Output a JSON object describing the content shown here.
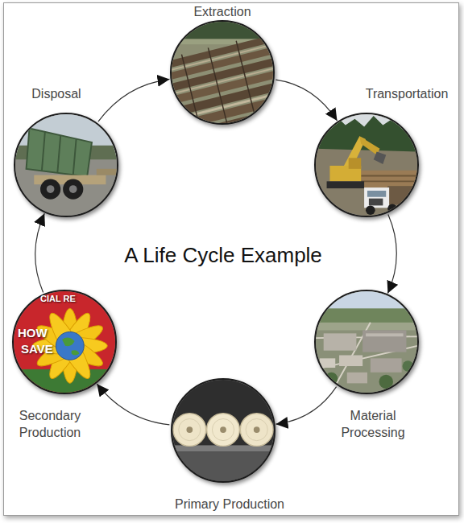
{
  "diagram": {
    "title": "A Life Cycle Example",
    "nodes": [
      {
        "text": [
          "Extraction"
        ]
      },
      {
        "text": [
          "Transportation"
        ]
      },
      {
        "text": [
          "Material Processing"
        ]
      },
      {
        "text": [
          "Primary Production"
        ]
      },
      {
        "text": [
          "Secondary Production"
        ]
      },
      {
        "text": [
          "Disposal"
        ]
      }
    ],
    "edges": [
      {
        "from": 0,
        "to": 1,
        "arrow": "to"
      },
      {
        "from": 1,
        "to": 2,
        "arrow": "to"
      },
      {
        "from": 2,
        "to": 3,
        "arrow": "to"
      },
      {
        "from": 3,
        "to": 4,
        "arrow": "to"
      },
      {
        "from": 4,
        "to": 5,
        "arrow": "to"
      },
      {
        "from": 5,
        "to": 0,
        "arrow": "to"
      }
    ],
    "labels": [
      "CIAL RE",
      "HOW",
      "SAVE"
    ]
  }
}
